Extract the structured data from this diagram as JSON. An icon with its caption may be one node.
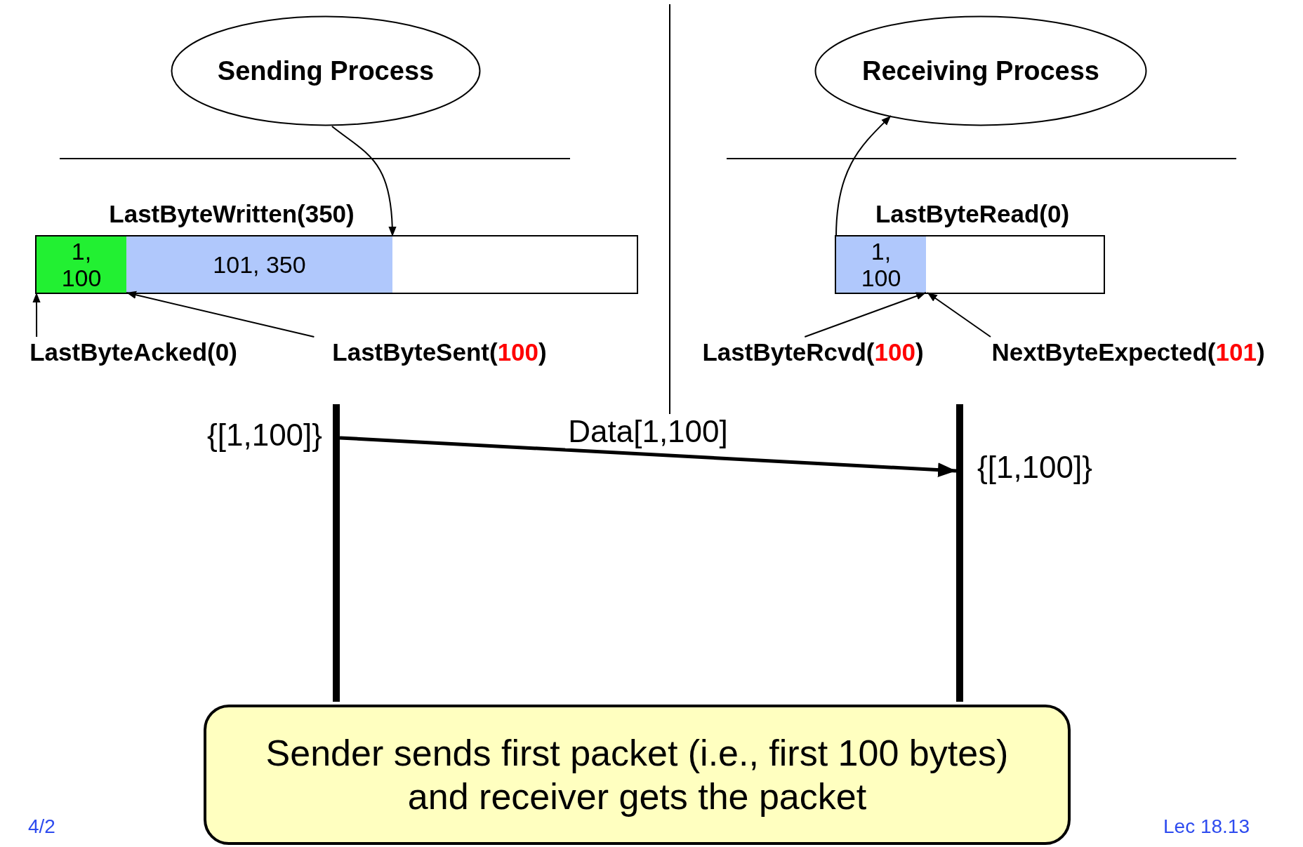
{
  "diagram": {
    "nodes": [
      {
        "text": [
          "Sending Process"
        ]
      },
      {
        "text": [
          "Receiving Process"
        ]
      },
      {
        "text": [],
        "shape": "box"
      },
      {
        "text": [
          "1, 100"
        ],
        "in": 2
      },
      {
        "text": [
          "101, 350"
        ],
        "in": 2
      },
      {
        "text": [],
        "shape": "box"
      },
      {
        "text": [
          "1, 100"
        ],
        "in": 5
      },
      {
        "text": [
          "LastByteAcked(0)"
        ]
      },
      {
        "text": [
          "LastByteSent(**100**)"
        ]
      },
      {
        "text": [
          "LastByteRcvd(**100**)"
        ]
      },
      {
        "text": [
          "NextByteExpected(**101**)"
        ]
      },
      {
        "text": [],
        "shape": "bar"
      },
      {
        "text": [],
        "shape": "bar"
      },
      {
        "text": [
          "Sender sends first packet (i.e., first 100 bytes) and receiver gets the packet"
        ]
      }
    ],
    "edges": [
      {
        "from": 0,
        "to": 4,
        "arrow": "to"
      },
      {
        "from": 6,
        "to": 1,
        "arrow": "to"
      },
      {
        "from": 7,
        "to": 3,
        "arrow": "to"
      },
      {
        "from": 8,
        "to": 3,
        "arrow": "to"
      },
      {
        "from": 9,
        "to": 6,
        "arrow": "to"
      },
      {
        "from": 10,
        "to": 5,
        "arrow": "to"
      },
      {
        "from": 11,
        "to": 12,
        "arrow": "to",
        "label": "Data[1,100]",
        "style": "thick"
      }
    ],
    "labels": [
      "LastByteWritten(350)",
      "LastByteRead(0)",
      "{[1,100]}",
      "{[1,100]}",
      "4/2",
      "Lec 18.13"
    ]
  }
}
